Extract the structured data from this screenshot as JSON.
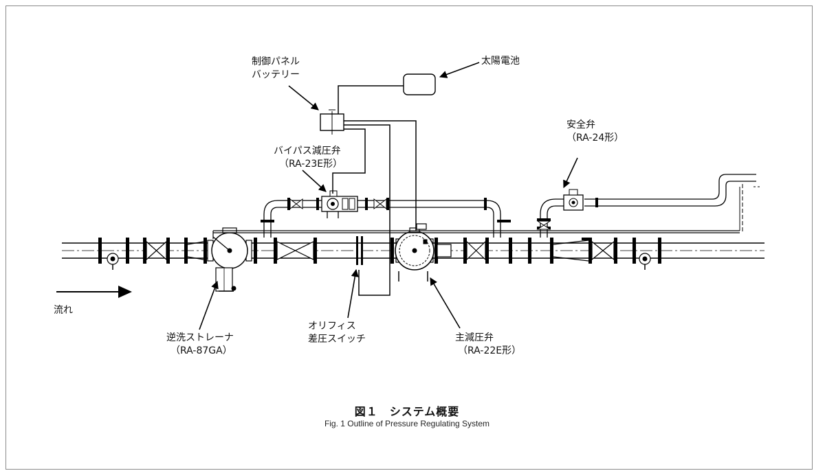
{
  "labels": {
    "control_panel": [
      "制御パネル",
      "バッテリー"
    ],
    "solar_cell": "太陽電池",
    "safety_valve": [
      "安全弁",
      "（RA-24形）"
    ],
    "bypass_valve": [
      "バイパス減圧弁",
      "（RA-23E形）"
    ],
    "flow": "流れ",
    "strainer": [
      "逆洗ストレーナ",
      "（RA-87GA）"
    ],
    "orifice": [
      "オリフィス",
      "差圧スイッチ"
    ],
    "main_valve": [
      "主減圧弁",
      "（RA-22E形）"
    ]
  },
  "caption": {
    "jp": "図１　システム概要",
    "en": "Fig. 1   Outline of Pressure Regulating System"
  }
}
